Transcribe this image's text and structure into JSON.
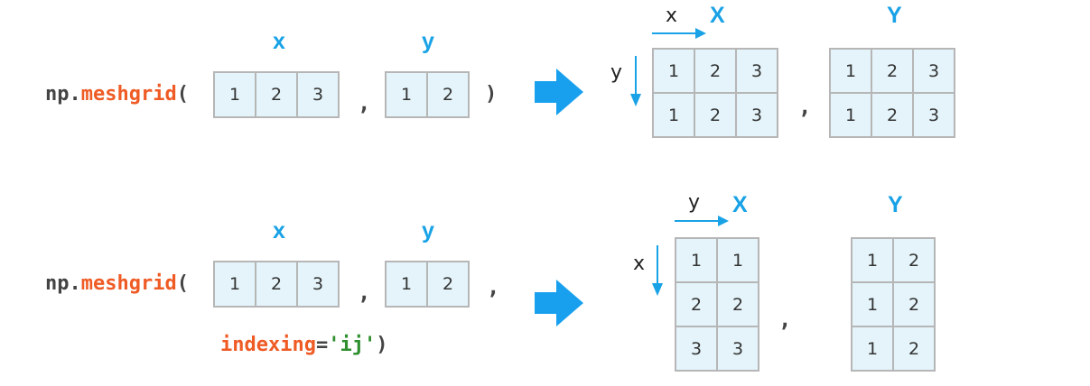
{
  "row1": {
    "code_prefix": "np.",
    "code_fn": "meshgrid",
    "paren_open": "(",
    "paren_close": ")",
    "comma": ",",
    "x_label": "x",
    "y_label": "y",
    "x_vec": [
      "1",
      "2",
      "3"
    ],
    "y_vec": [
      "1",
      "2"
    ],
    "X_title": "X",
    "Y_title": "Y",
    "axis_h": "x",
    "axis_v": "y",
    "X_grid": [
      [
        "1",
        "2",
        "3"
      ],
      [
        "1",
        "2",
        "3"
      ]
    ],
    "Y_grid": [
      [
        "1",
        "2",
        "3"
      ],
      [
        "1",
        "2",
        "3"
      ]
    ],
    "result_comma": ","
  },
  "row2": {
    "code_prefix": "np.",
    "code_fn": "meshgrid",
    "paren_open": "(",
    "comma": ",",
    "comma2": ",",
    "kw_name": "indexing",
    "kw_eq": "=",
    "kw_val": "'ij'",
    "kw_close": ")",
    "x_label": "x",
    "y_label": "y",
    "x_vec": [
      "1",
      "2",
      "3"
    ],
    "y_vec": [
      "1",
      "2"
    ],
    "X_title": "X",
    "Y_title": "Y",
    "axis_h": "y",
    "axis_v": "x",
    "X_grid": [
      [
        "1",
        "1"
      ],
      [
        "2",
        "2"
      ],
      [
        "3",
        "3"
      ]
    ],
    "Y_grid": [
      [
        "1",
        "2"
      ],
      [
        "1",
        "2"
      ],
      [
        "1",
        "2"
      ]
    ],
    "result_comma": ","
  },
  "colors": {
    "accent": "#19a2e6",
    "fn": "#ef5b25",
    "str": "#2f8f2f",
    "cell_bg": "#e4f4fa",
    "cell_border": "#b6b6b6"
  }
}
